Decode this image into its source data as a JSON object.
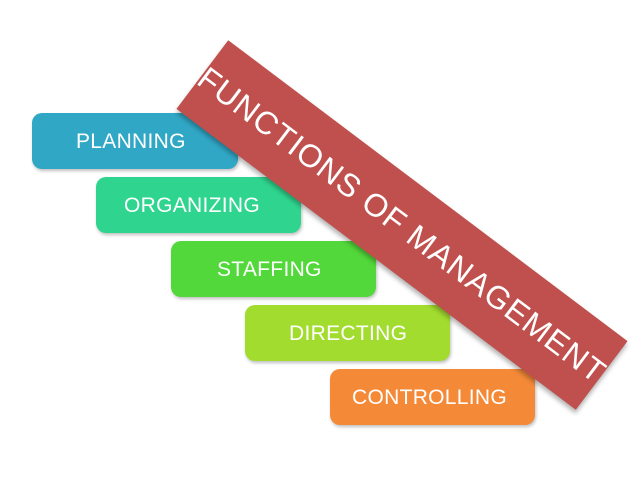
{
  "banner": {
    "title": "FUNCTIONS OF MANAGEMENT",
    "color": "#c0504d"
  },
  "steps": [
    {
      "label": "PLANNING",
      "color": "#31a7c6"
    },
    {
      "label": "ORGANIZING",
      "color": "#2fd58f"
    },
    {
      "label": "STAFFING",
      "color": "#52d83a"
    },
    {
      "label": "DIRECTING",
      "color": "#a2dc2f"
    },
    {
      "label": "CONTROLLING",
      "color": "#f48a38"
    }
  ]
}
